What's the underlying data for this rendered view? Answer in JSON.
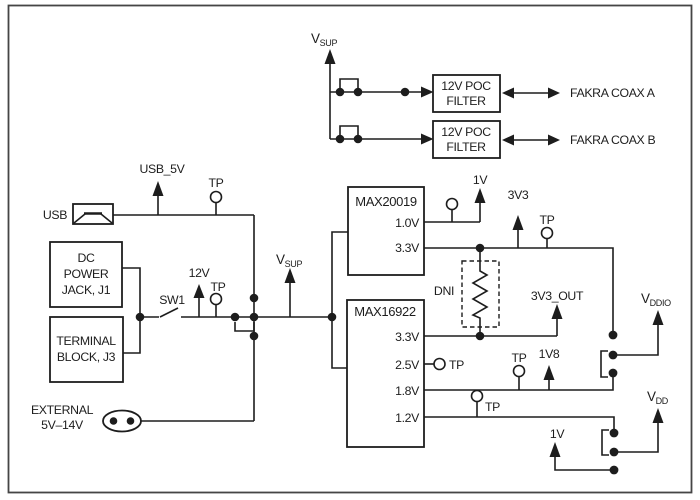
{
  "colors": {
    "ink": "#1d1d1d",
    "frame": "#454545",
    "background": "#ffffff"
  },
  "nets": {
    "vsup_main": "V",
    "vsup_sub": "SUP",
    "vddio_main": "V",
    "vddio_sub": "DDIO",
    "vdd_main": "V",
    "vdd_sub": "DD",
    "usb_5v": "USB_5V",
    "v12": "12V",
    "v1": "1V",
    "v3v3": "3V3",
    "v3v3_out": "3V3_OUT",
    "v1v8": "1V8",
    "tp": "TP",
    "dni": "DNI"
  },
  "blocks": {
    "poc_filter": {
      "line1": "12V POC",
      "line2": "FILTER"
    },
    "max20019": {
      "title": "MAX20019",
      "outputs": [
        "1.0V",
        "3.3V"
      ]
    },
    "max16922": {
      "title": "MAX16922",
      "outputs": [
        "3.3V",
        "2.5V",
        "1.8V",
        "1.2V"
      ]
    },
    "dc_jack": {
      "line1": "DC",
      "line2": "POWER",
      "line3": "JACK, J1"
    },
    "terminal_block": {
      "line1": "TERMINAL",
      "line2": "BLOCK, J3"
    },
    "usb": {
      "label": "USB"
    },
    "external": {
      "line1": "EXTERNAL",
      "line2": "5V–14V"
    },
    "switch": {
      "label": "SW1"
    }
  },
  "connectors": {
    "fakra_a": "FAKRA COAX A",
    "fakra_b": "FAKRA COAX B"
  }
}
